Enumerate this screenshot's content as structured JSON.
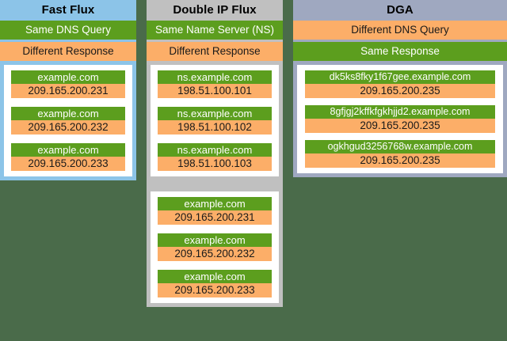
{
  "background_color": "#4a6b4a",
  "palette": {
    "green": "#5c9e1e",
    "orange": "#fcae68",
    "fastflux_header": "#8cc4e8",
    "doubleipflux_header": "#c0c0c0",
    "dga_header": "#9fa8c0",
    "panel": "#ffffff"
  },
  "columns": [
    {
      "id": "fast-flux",
      "title": "Fast Flux",
      "bands": [
        {
          "text": "Same DNS Query",
          "style": "green"
        },
        {
          "text": "Different Response",
          "style": "orange"
        }
      ],
      "groups": [
        {
          "records": [
            {
              "name": "example.com",
              "ip": "209.165.200.231"
            },
            {
              "name": "example.com",
              "ip": "209.165.200.232"
            },
            {
              "name": "example.com",
              "ip": "209.165.200.233"
            }
          ]
        }
      ]
    },
    {
      "id": "double-ip-flux",
      "title": "Double IP Flux",
      "bands": [
        {
          "text": "Same Name Server (NS)",
          "style": "green"
        },
        {
          "text": "Different Response",
          "style": "orange"
        }
      ],
      "groups": [
        {
          "records": [
            {
              "name": "ns.example.com",
              "ip": "198.51.100.101"
            },
            {
              "name": "ns.example.com",
              "ip": "198.51.100.102"
            },
            {
              "name": "ns.example.com",
              "ip": "198.51.100.103"
            }
          ]
        },
        {
          "records": [
            {
              "name": "example.com",
              "ip": "209.165.200.231"
            },
            {
              "name": "example.com",
              "ip": "209.165.200.232"
            },
            {
              "name": "example.com",
              "ip": "209.165.200.233"
            }
          ]
        }
      ]
    },
    {
      "id": "dga",
      "title": "DGA",
      "bands": [
        {
          "text": "Different DNS Query",
          "style": "orange"
        },
        {
          "text": "Same Response",
          "style": "green"
        }
      ],
      "groups": [
        {
          "records": [
            {
              "name": "dk5ks8fky1f67gee.example.com",
              "ip": "209.165.200.235"
            },
            {
              "name": "8gfjgj2kffkfgkhjjd2.example.com",
              "ip": "209.165.200.235"
            },
            {
              "name": "ogkhgud3256768w.example.com",
              "ip": "209.165.200.235"
            }
          ]
        }
      ]
    }
  ]
}
